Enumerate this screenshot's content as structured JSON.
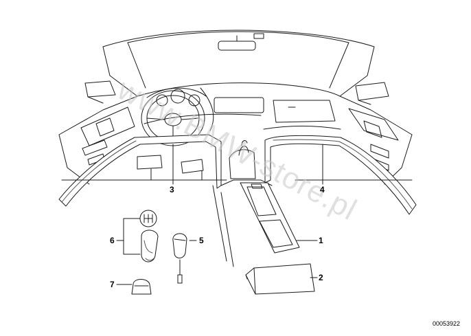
{
  "watermark": "www.BMW-store.pl",
  "reference_number": "00053922",
  "callouts": {
    "c1": "1",
    "c2": "2",
    "c3": "3",
    "c4": "4",
    "c5": "5",
    "c6": "6",
    "c7": "7"
  },
  "colors": {
    "line": "#1a1a1a",
    "shade": "#555555",
    "watermark": "#c8c8c8"
  }
}
